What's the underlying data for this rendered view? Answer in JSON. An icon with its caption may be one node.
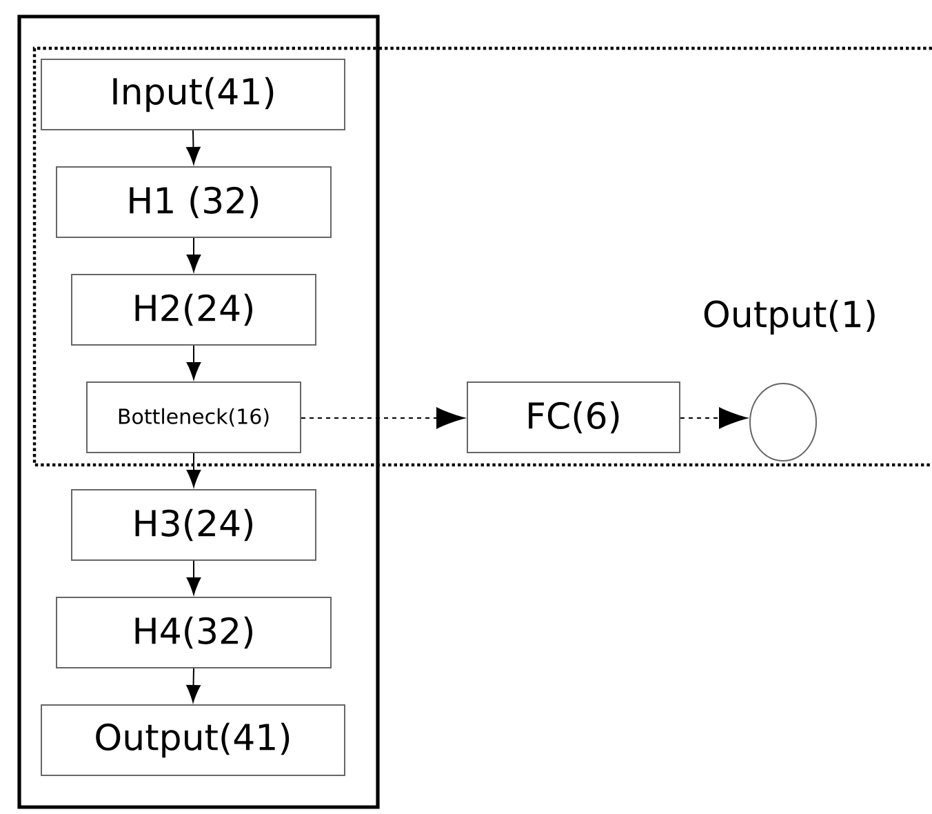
{
  "diagram": {
    "nodes": [
      {
        "text": [
          "Input(41)"
        ]
      },
      {
        "text": [
          "H1 (32)"
        ]
      },
      {
        "text": [
          "H2(24)"
        ]
      },
      {
        "text": [
          "Bottleneck(16)"
        ]
      },
      {
        "text": [
          "H3(24)"
        ]
      },
      {
        "text": [
          "H4(32)"
        ]
      },
      {
        "text": [
          "Output(41)"
        ]
      },
      {
        "text": [
          "FC(6)"
        ]
      },
      {
        "text": [],
        "shape": "circle",
        "beside": [
          "Output(1)"
        ]
      }
    ],
    "edges": [
      {
        "from": 0,
        "to": 1,
        "arrow": "to"
      },
      {
        "from": 1,
        "to": 2,
        "arrow": "to"
      },
      {
        "from": 2,
        "to": 3,
        "arrow": "to"
      },
      {
        "from": 3,
        "to": 4,
        "arrow": "to"
      },
      {
        "from": 4,
        "to": 5,
        "arrow": "to"
      },
      {
        "from": 5,
        "to": 6,
        "arrow": "to"
      },
      {
        "from": 3,
        "to": 7,
        "arrow": "to",
        "style": "dashed"
      },
      {
        "from": 7,
        "to": 8,
        "arrow": "to",
        "style": "dashed"
      }
    ]
  }
}
